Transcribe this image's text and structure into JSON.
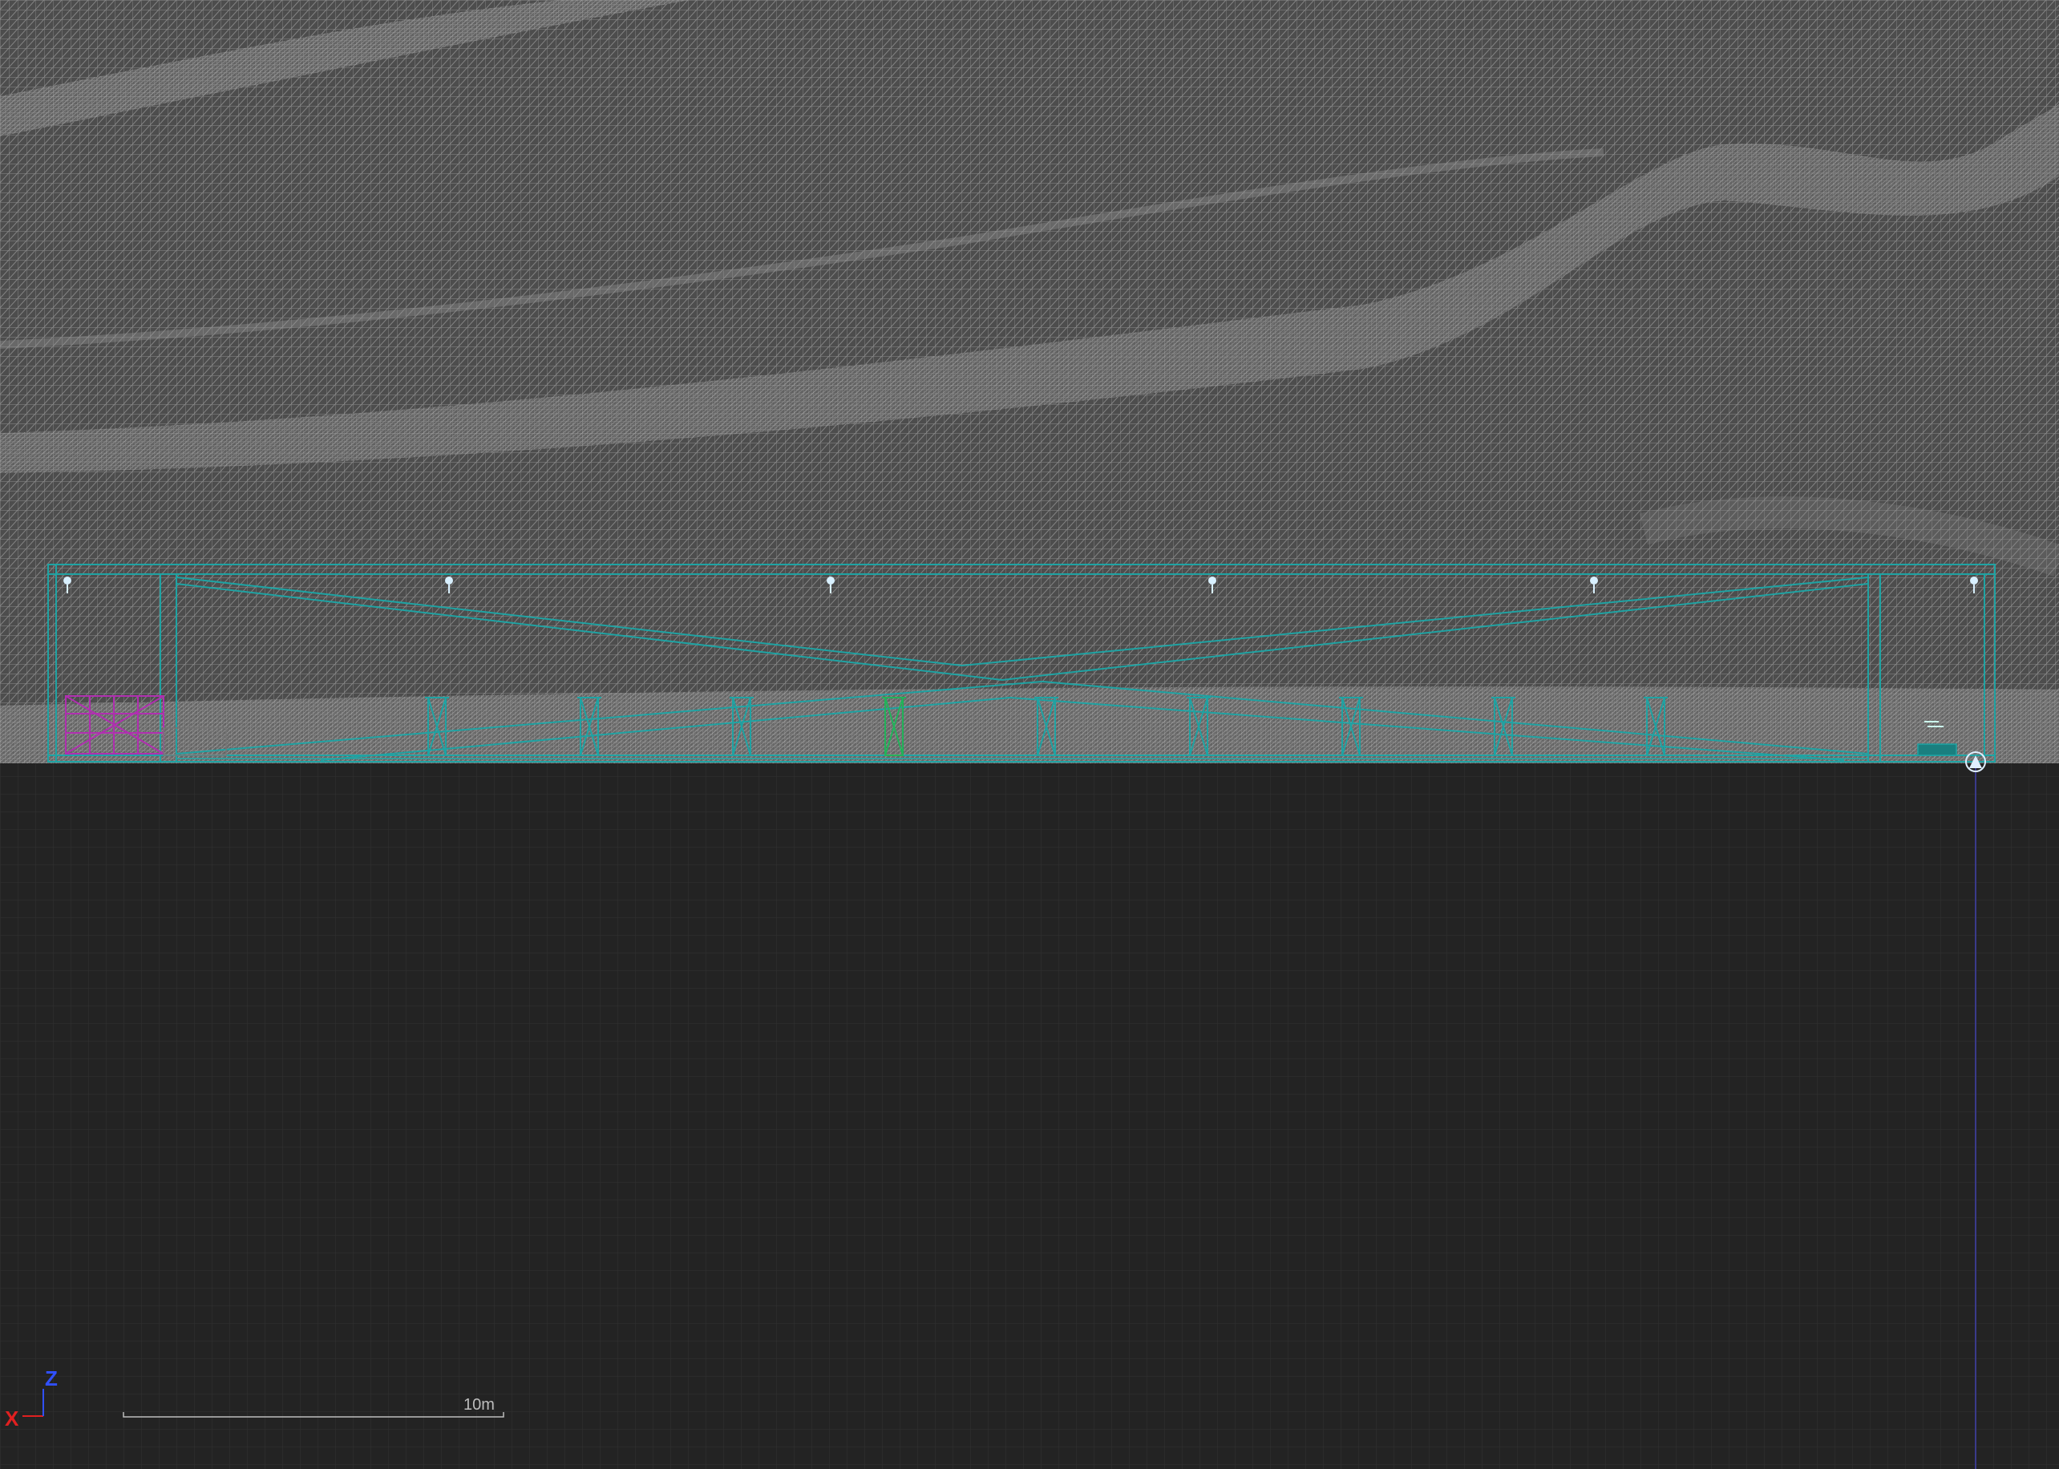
{
  "viewport": {
    "scale_bar": {
      "label": "10m"
    },
    "axis_gizmo": {
      "x_label": "X",
      "z_label": "Z"
    }
  },
  "colors": {
    "background": "#232323",
    "grid": "#2f2f2f",
    "terrain_fill": "#5a5a5a",
    "terrain_wire": "#8c8c8c",
    "structure": "#1fa3a3",
    "highlight_green": "#22b35a",
    "selected_magenta": "#b02fb0",
    "axis_x": "#e02020",
    "axis_z": "#3050ff"
  },
  "icons": {
    "light_icon": "light-bulb-icon",
    "camera_icon": "camera-pivot-icon"
  }
}
